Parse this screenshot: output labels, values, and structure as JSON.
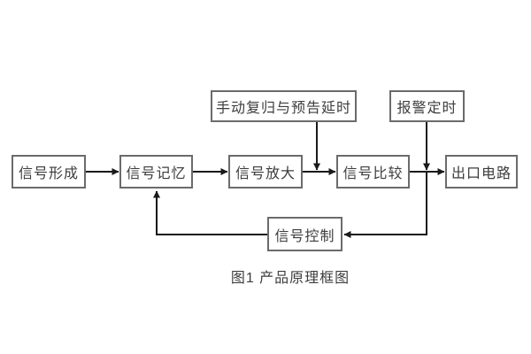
{
  "diagram": {
    "caption": "图1 产品原理框图",
    "nodes": {
      "signal_forming": {
        "label": "信号形成"
      },
      "signal_memory": {
        "label": "信号记忆"
      },
      "signal_amplify": {
        "label": "信号放大"
      },
      "signal_compare": {
        "label": "信号比较"
      },
      "output_circuit": {
        "label": "出口电路"
      },
      "manual_reset_delay": {
        "label": "手动复归与预告延时"
      },
      "alarm_timing": {
        "label": "报警定时"
      },
      "signal_control": {
        "label": "信号控制"
      }
    },
    "edges": [
      {
        "from": "signal_forming",
        "to": "signal_memory",
        "style": "arrow-right"
      },
      {
        "from": "signal_memory",
        "to": "signal_amplify",
        "style": "arrow-right"
      },
      {
        "from": "signal_amplify",
        "to": "signal_compare",
        "style": "arrow-right"
      },
      {
        "from": "signal_compare",
        "to": "output_circuit",
        "style": "arrow-right"
      },
      {
        "from": "manual_reset_delay",
        "to": "amplify-compare-link",
        "style": "arrow-down"
      },
      {
        "from": "alarm_timing",
        "to": "compare-output-link",
        "style": "arrow-down"
      },
      {
        "from": "compare-output-link",
        "to": "signal_control",
        "style": "arrow-left-elbow"
      },
      {
        "from": "signal_control",
        "to": "signal_memory",
        "style": "arrow-up-elbow"
      }
    ],
    "colors": {
      "background": "#ffffff",
      "box_border": "#6b6b6b",
      "text": "#3d3d3d",
      "line": "#1a1a1a"
    }
  }
}
